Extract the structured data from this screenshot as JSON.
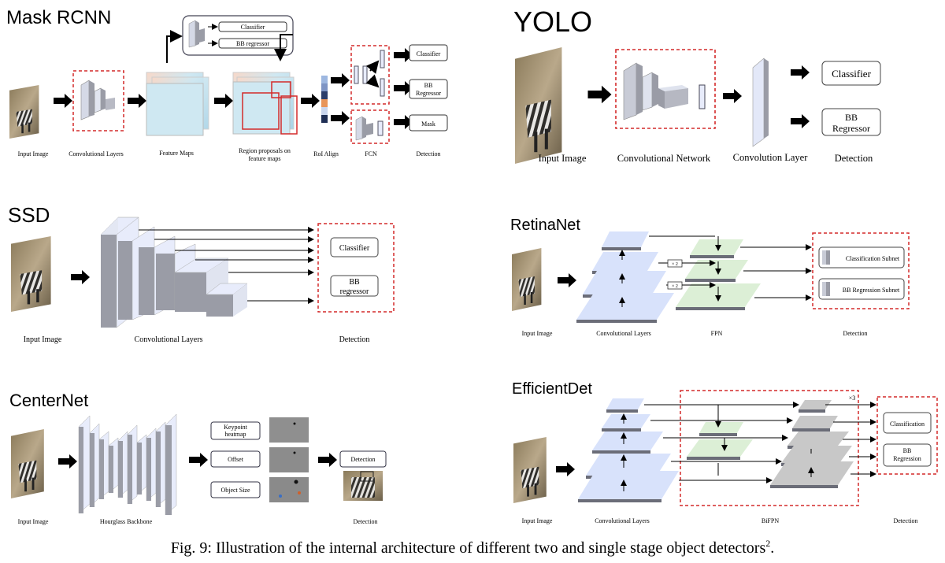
{
  "caption": "Fig. 9: Illustration of the internal architecture of different two and single stage object detectors",
  "caption_sup": "2",
  "maskrcnn": {
    "title": "Mask RCNN",
    "labels": [
      "Input Image",
      "Convolutional Layers",
      "Feature Maps",
      "Region proposals on",
      "feature maps",
      "RoI Align",
      "FCN",
      "Detection"
    ],
    "top_boxes": [
      "Classifier",
      "BB regressor"
    ],
    "outputs": [
      "Classifier",
      "BB",
      "Regressor",
      "Mask"
    ]
  },
  "yolo": {
    "title": "YOLO",
    "labels": [
      "Input Image",
      "Convolutional Network",
      "Convolution Layer",
      "Detection"
    ],
    "outputs": [
      "Classifier",
      "BB",
      "Regressor"
    ]
  },
  "ssd": {
    "title": "SSD",
    "labels": [
      "Input Image",
      "Convolutional Layers",
      "Detection"
    ],
    "outputs": [
      "Classifier",
      "BB",
      "regressor"
    ]
  },
  "retinanet": {
    "title": "RetinaNet",
    "labels": [
      "Input Image",
      "Convolutional Layers",
      "FPN",
      "Detection"
    ],
    "upsample": [
      "× 2",
      "× 2"
    ],
    "outputs": [
      "Classification Subnet",
      "BB Regression Subnet"
    ]
  },
  "centernet": {
    "title": "CenterNet",
    "labels": [
      "Input Image",
      "Hourglass Backbone",
      "Detection"
    ],
    "heads": [
      "Keypoint",
      "heatmap",
      "Offset",
      "Object Size"
    ],
    "output": "Detection"
  },
  "efficientdet": {
    "title": "EfficientDet",
    "labels": [
      "Input Image",
      "Convolutional Layers",
      "BiFPN",
      "Detection"
    ],
    "repeat": "×3",
    "outputs": [
      "Classification",
      "BB",
      "Regression"
    ]
  },
  "colors": {
    "red_dashed": "#d42a2a",
    "layer_grey": "#9a9ca6",
    "layer_light": "#e8ecfb",
    "fpn_green": "#dcefd6",
    "pyramid_blue": "#d8e2fb"
  }
}
